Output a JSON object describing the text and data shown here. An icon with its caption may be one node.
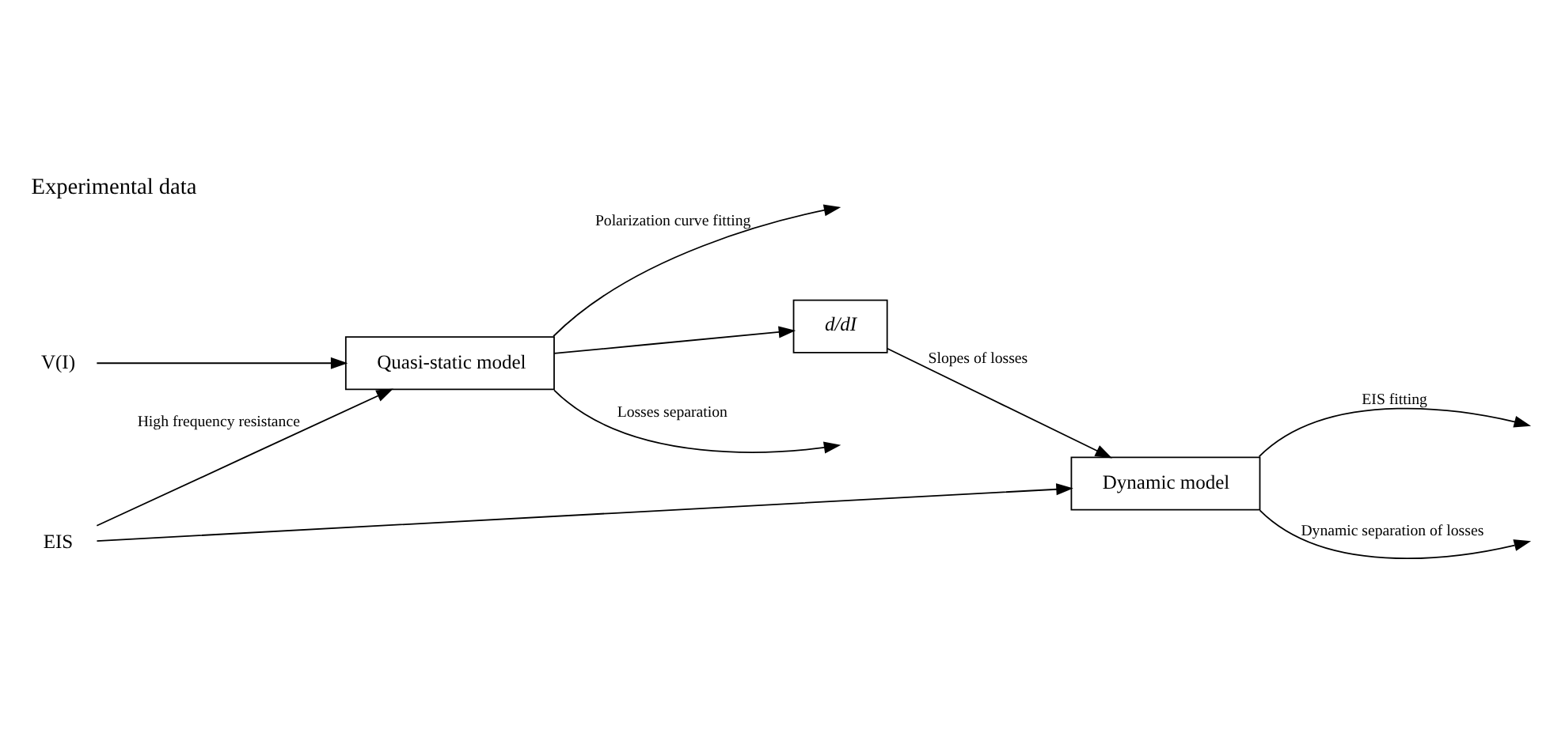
{
  "diagram": {
    "title": "Experimental data",
    "nodes": [
      {
        "text": [
          "V(I)"
        ]
      },
      {
        "text": [
          "EIS"
        ]
      },
      {
        "text": [
          "Quasi-static model"
        ]
      },
      {
        "text": [
          "*d/dI*"
        ]
      },
      {
        "text": [
          "Dynamic model"
        ]
      }
    ],
    "edges": [
      {
        "from": 0,
        "to": 2,
        "arrow": "to"
      },
      {
        "from": 1,
        "to": 2,
        "arrow": "to",
        "label": "High frequency resistance"
      },
      {
        "from": 2,
        "to": null,
        "arrow": "to",
        "label": "Polarization curve fitting"
      },
      {
        "from": 2,
        "to": null,
        "arrow": "to",
        "label": "Losses separation"
      },
      {
        "from": 2,
        "to": 3,
        "arrow": "to"
      },
      {
        "from": 3,
        "to": 4,
        "arrow": "to",
        "label": "Slopes of losses"
      },
      {
        "from": 1,
        "to": 4,
        "arrow": "to"
      },
      {
        "from": 4,
        "to": null,
        "arrow": "to",
        "label": "EIS fitting"
      },
      {
        "from": 4,
        "to": null,
        "arrow": "to",
        "label": "Dynamic separation of losses"
      }
    ]
  }
}
